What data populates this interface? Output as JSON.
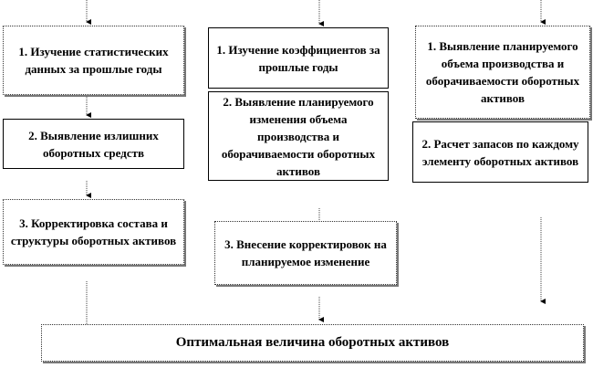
{
  "columns": [
    {
      "steps": [
        "1. Изучение статистических данных за прошлые годы",
        "2. Выявление излишних оборотных средств",
        "3. Корректировка состава и структуры оборотных активов"
      ]
    },
    {
      "steps": [
        "1. Изучение коэффициентов за прошлые годы",
        "2. Выявление планируемого изменения объема производства и оборачиваемости оборотных активов",
        "3. Внесение корректировок на планируемое изменение"
      ]
    },
    {
      "steps": [
        "1. Выявление планируемого объема производства и оборачиваемости оборотных активов",
        "2. Расчет запасов по каждому элементу оборотных активов"
      ]
    }
  ],
  "result": "Оптимальная величина оборотных активов"
}
